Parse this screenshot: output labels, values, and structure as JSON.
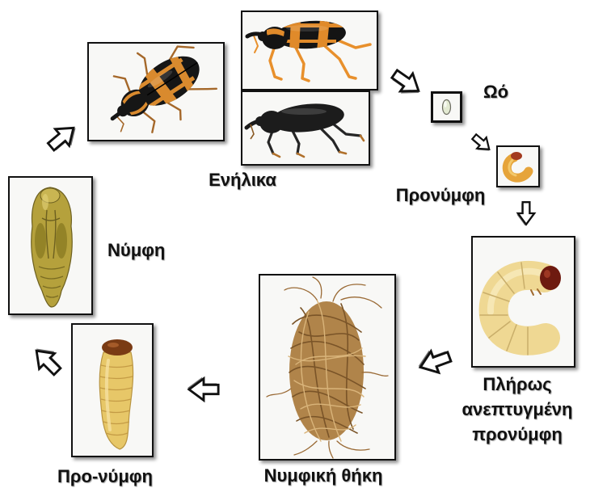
{
  "labels": {
    "adults": "Ενήλικα",
    "egg": "Ωό",
    "larva": "Προνύμφη",
    "mature_larva": [
      "Πλήρως",
      "ανεπτυγμένη",
      "προνύμφη"
    ],
    "cocoon": "Νυμφική θήκη",
    "prepupa": "Προ-νύμφη",
    "pupa": "Νύμφη"
  },
  "icons": {
    "cycle_arrow": "outline-arrow-icon"
  },
  "colors": {
    "label_text": "#111111",
    "frame_border": "#111111",
    "adult_orange": "#e08a2a",
    "larva_cream": "#efd893",
    "larva_head": "#6e1a10",
    "cocoon_brown": "#b0844a"
  }
}
